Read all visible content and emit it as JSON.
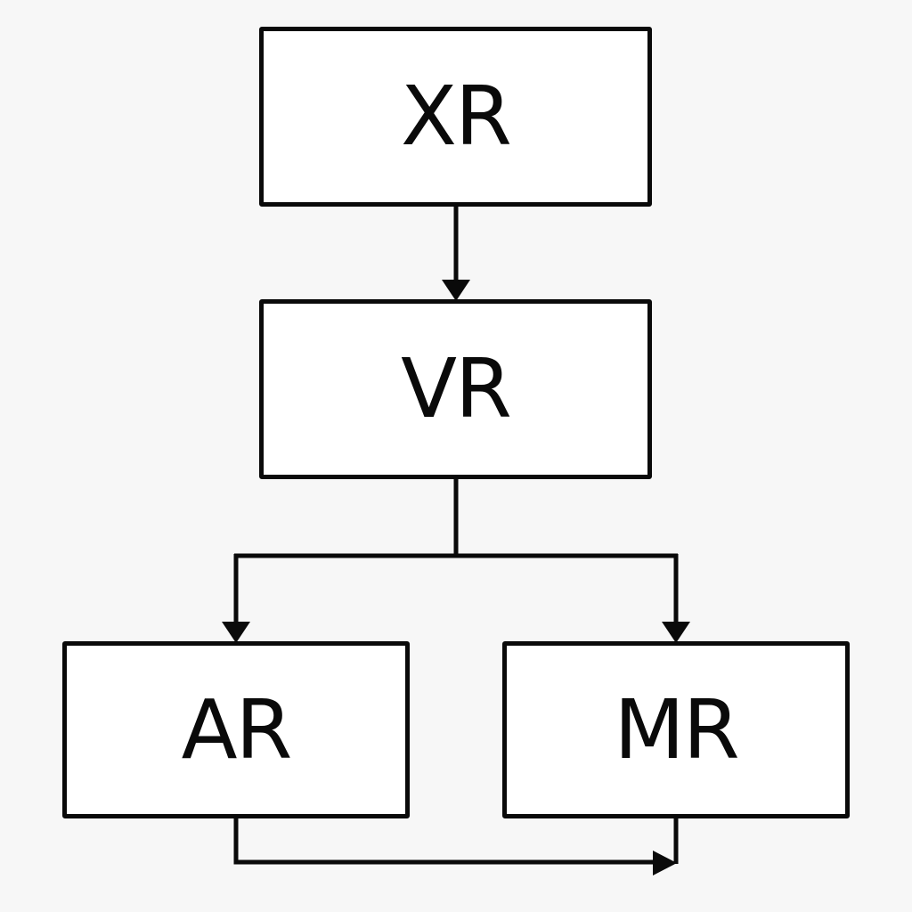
{
  "nodes": {
    "xr": {
      "label": "XR"
    },
    "vr": {
      "label": "VR"
    },
    "ar": {
      "label": "AR"
    },
    "mr": {
      "label": "MR"
    }
  },
  "edges": [
    {
      "from": "xr",
      "to": "vr"
    },
    {
      "from": "vr",
      "to": "ar"
    },
    {
      "from": "vr",
      "to": "mr"
    },
    {
      "from": "ar",
      "to": "mr"
    }
  ],
  "colors": {
    "line": "#0a0a0a",
    "background": "#f7f7f7",
    "box_fill": "#ffffff"
  }
}
